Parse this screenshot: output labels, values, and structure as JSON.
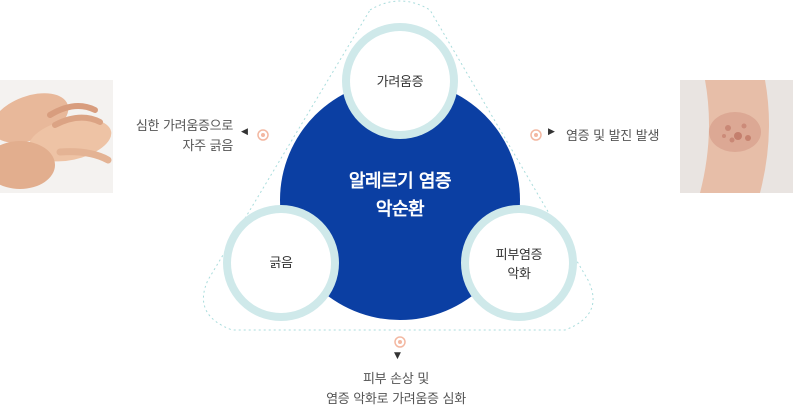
{
  "diagram": {
    "center": {
      "line1": "알레르기 염증",
      "line2": "악순환"
    },
    "nodes": {
      "top": {
        "line1": "가려움증"
      },
      "left": {
        "line1": "긁음"
      },
      "right": {
        "line1": "피부염증",
        "line2": "악화"
      }
    },
    "captions": {
      "left": {
        "line1": "심한 가려움증으로",
        "line2": "자주 긁음"
      },
      "right": {
        "line1": "염증 및 발진 발생"
      },
      "bottom": {
        "line1": "피부 손상 및",
        "line2": "염증 악화로 가려움증 심화"
      }
    },
    "colors": {
      "center_fill": "#0b3fa3",
      "ring": "#cfe9ea",
      "dotted_line": "#a9dcdc",
      "marker": "#f3b8a2"
    },
    "icons": {
      "left_arrow": "◀",
      "right_arrow": "▶",
      "down_arrow": "▼"
    },
    "photos": {
      "left": "hands-scratching-photo",
      "right": "knee-rash-photo"
    }
  }
}
